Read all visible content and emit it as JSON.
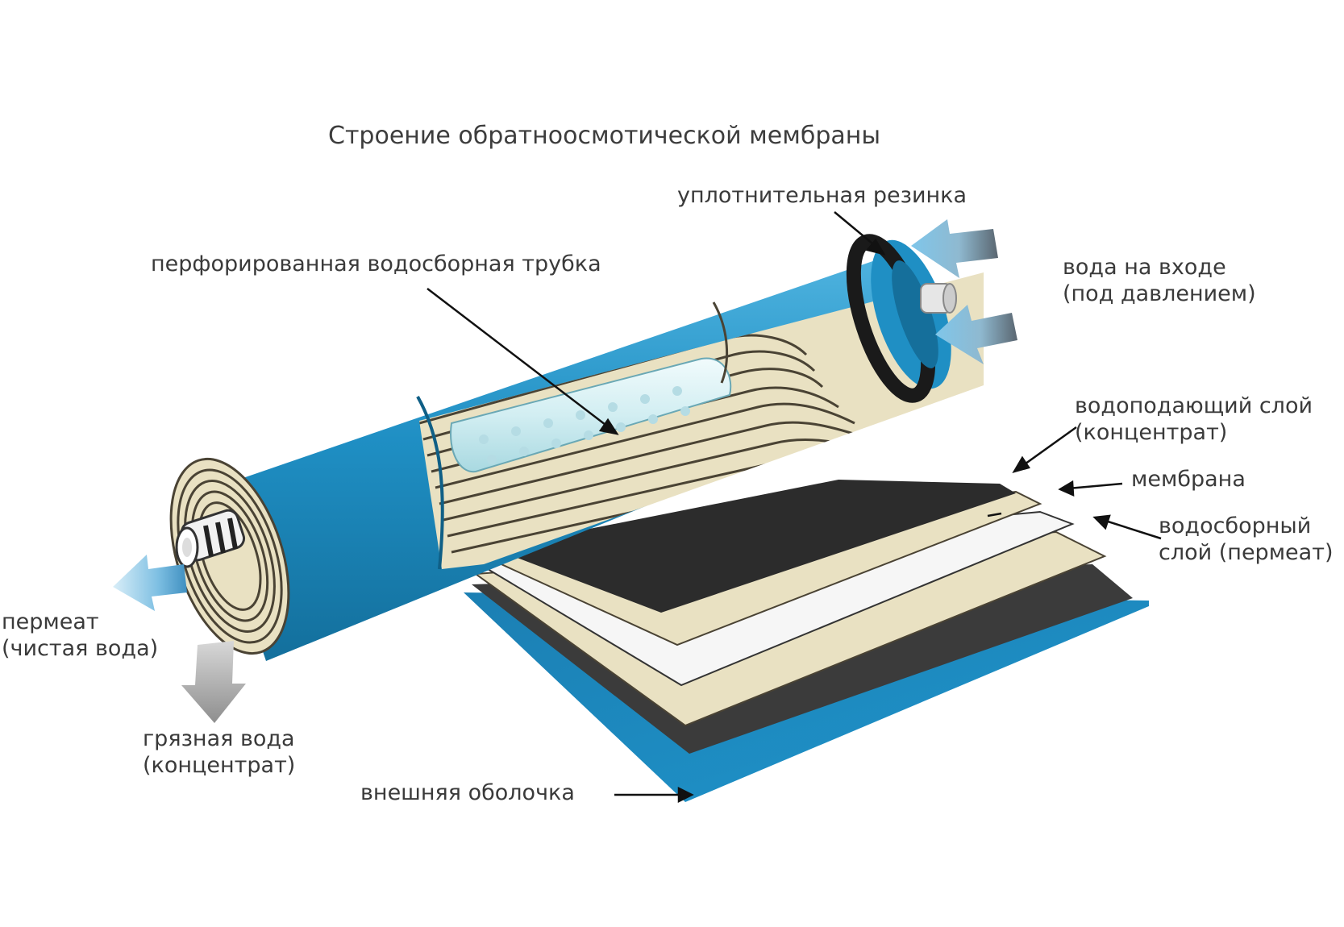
{
  "title": "Строение обратноосмотической мембраны",
  "labels": {
    "seal_ring": "уплотнительная резинка",
    "perforated_tube": "перфорированная водосборная трубка",
    "water_inlet_line1": "вода на входе",
    "water_inlet_line2": "(под давлением)",
    "feed_layer_line1": "водоподающий слой",
    "feed_layer_line2": "(концентрат)",
    "membrane": "мембрана",
    "permeate_layer_line1": "водосборный",
    "permeate_layer_line2": "слой (пермеат)",
    "permeate_out_line1": "пермеат",
    "permeate_out_line2": "(чистая вода)",
    "concentrate_out_line1": "грязная вода",
    "concentrate_out_line2": "(концентрат)",
    "outer_shell": "внешняя оболочка"
  },
  "colors": {
    "shell_blue": "#1f8fc4",
    "shell_blue_dark": "#136f9c",
    "shell_blue_light": "#4fb3df",
    "beige": "#e9e1c2",
    "beige_line": "#4a4334",
    "dark_sheet": "#3b3b3b",
    "white_sheet": "#f6f6f6",
    "tube_light": "#d8f0f3",
    "arrow_blue": "#7fc0e3",
    "arrow_gray": "#a6a6a6",
    "black": "#111111"
  }
}
